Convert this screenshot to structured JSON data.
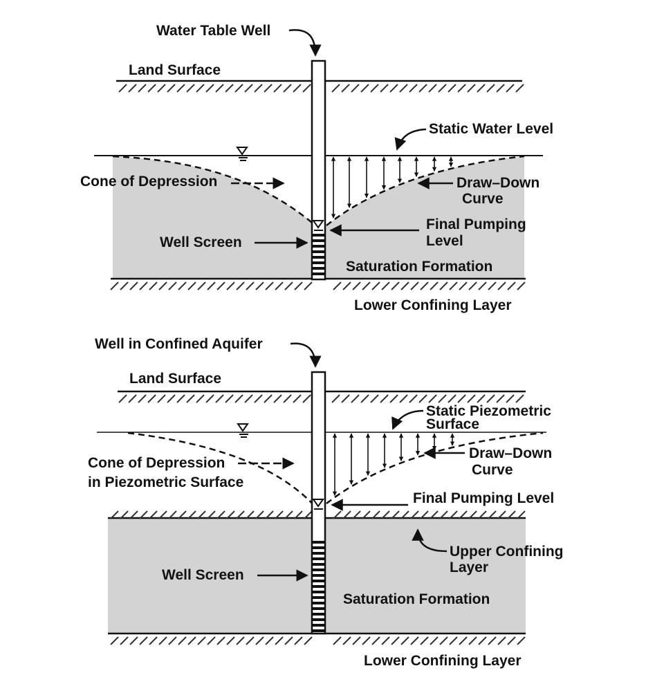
{
  "top": {
    "well_label": "Water Table Well",
    "land_surface": "Land Surface",
    "static_level": "Static Water Level",
    "cone": "Cone of Depression",
    "drawdown_1": "Draw–Down",
    "drawdown_2": "Curve",
    "final_1": "Final Pumping",
    "final_2": "Level",
    "well_screen": "Well Screen",
    "saturation": "Saturation Formation",
    "lower_confining": "Lower Confining Layer"
  },
  "bottom": {
    "well_label": "Well in Confined Aquifer",
    "land_surface": "Land Surface",
    "static_1": "Static Piezometric",
    "static_2": "Surface",
    "cone_1": "Cone of Depression",
    "cone_2": "in Piezometric Surface",
    "drawdown_1": "Draw–Down",
    "drawdown_2": "Curve",
    "final": "Final Pumping Level",
    "upper_1": "Upper Confining",
    "upper_2": "Layer",
    "well_screen": "Well Screen",
    "saturation": "Saturation Formation",
    "lower_confining": "Lower Confining Layer"
  },
  "colors": {
    "ink": "#111111",
    "formation": "#d3d3d3",
    "background": "#ffffff"
  }
}
